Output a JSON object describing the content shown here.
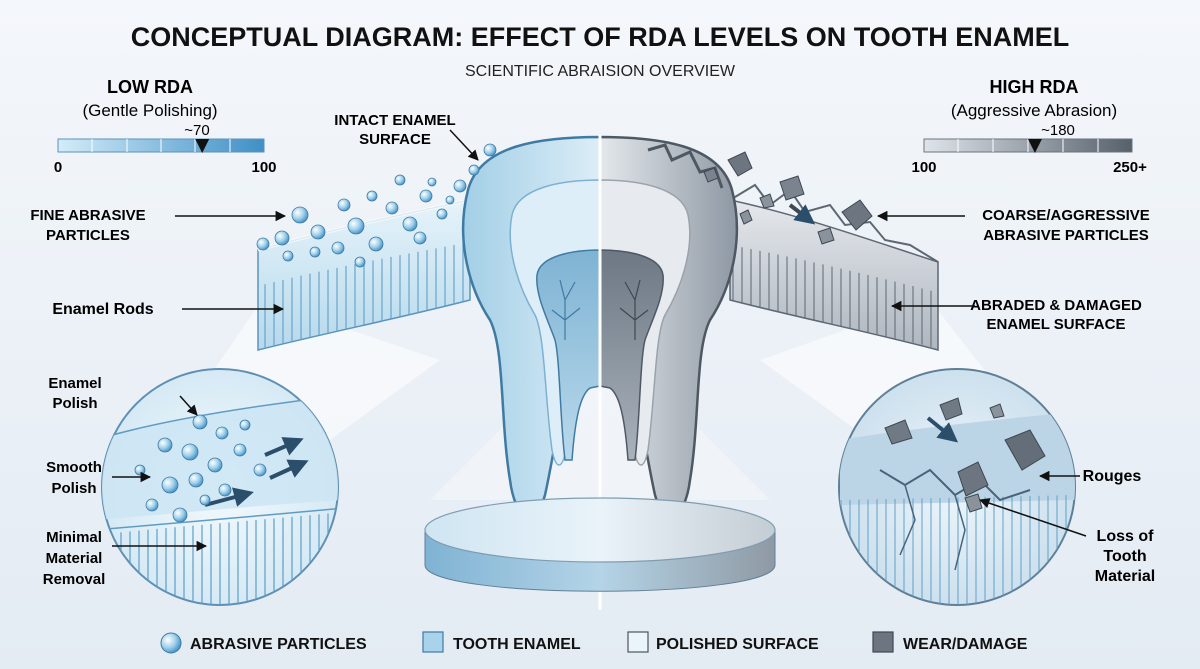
{
  "title": "CONCEPTUAL DIAGRAM: EFFECT OF RDA LEVELS ON TOOTH ENAMEL",
  "subtitle": "SCIENTIFIC ABRAISION OVERVIEW",
  "low_rda": {
    "heading": "LOW RDA",
    "subheading": "(Gentle Polishing)",
    "value_label": "~70",
    "scale_min": "0",
    "scale_max": "100",
    "value": 70,
    "range": [
      0,
      100
    ]
  },
  "high_rda": {
    "heading": "HIGH RDA",
    "subheading": "(Aggressive Abrasion)",
    "value_label": "~180",
    "scale_min": "100",
    "scale_max": "250+",
    "value": 180,
    "range": [
      100,
      250
    ]
  },
  "labels": {
    "intact_1": "INTACT ENAMEL",
    "intact_2": "SURFACE",
    "fine_1": "FINE ABRASIVE",
    "fine_2": "PARTICLES",
    "enamel_rods": "Enamel Rods",
    "polish_1": "Enamel",
    "polish_2": "Polish",
    "smooth_1": "Smooth",
    "smooth_2": "Polish",
    "minimal_1": "Minimal",
    "minimal_2": "Material",
    "minimal_3": "Removal",
    "coarse_1": "COARSE/AGGRESSIVE",
    "coarse_2": "ABRASIVE PARTICLES",
    "abraded_1": "ABRADED & DAMAGED",
    "abraded_2": "ENAMEL SURFACE",
    "rouges": "Rouges",
    "loss_1": "Loss of",
    "loss_2": "Tooth",
    "loss_3": "Material"
  },
  "legend": [
    {
      "label": "ABRASIVE PARTICLES",
      "icon": "circle-particle-icon"
    },
    {
      "label": "TOOTH ENAMEL",
      "icon": "square-enamel-icon"
    },
    {
      "label": "POLISHED SURFACE",
      "icon": "square-polished-icon"
    },
    {
      "label": "WEAR/DAMAGE",
      "icon": "square-damage-icon"
    }
  ],
  "colors": {
    "enamel_blue": "#a9d3ea",
    "dark_blue": "#2f6fa0",
    "polished": "#eaf5fb",
    "damage": "#6d7680",
    "background": "#eef3f8"
  }
}
